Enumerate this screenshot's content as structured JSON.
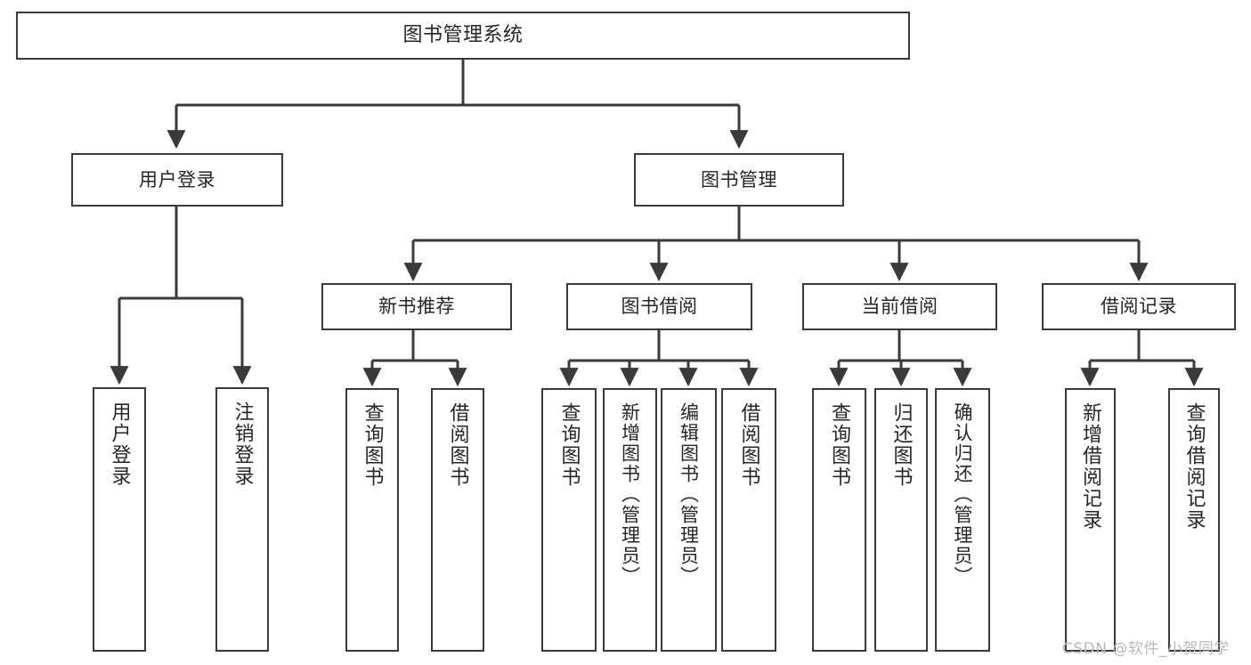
{
  "diagram": {
    "type": "tree-hierarchy",
    "title": "图书管理系统",
    "watermark": "CSDN @软件_小贺同学",
    "colors": {
      "stroke": "#3a3a3a",
      "fill": "#ffffff",
      "text": "#262626",
      "watermark": "#b9b9b9"
    },
    "levels": [
      {
        "level": 0,
        "nodes": [
          {
            "id": "root",
            "label": "图书管理系统"
          }
        ]
      },
      {
        "level": 1,
        "nodes": [
          {
            "id": "login",
            "label": "用户登录",
            "parent": "root"
          },
          {
            "id": "bookmgmt",
            "label": "图书管理",
            "parent": "root"
          }
        ]
      },
      {
        "level": 2,
        "nodes": [
          {
            "id": "newbook",
            "label": "新书推荐",
            "parent": "bookmgmt"
          },
          {
            "id": "borrow",
            "label": "图书借阅",
            "parent": "bookmgmt"
          },
          {
            "id": "current",
            "label": "当前借阅",
            "parent": "bookmgmt"
          },
          {
            "id": "records",
            "label": "借阅记录",
            "parent": "bookmgmt"
          }
        ]
      },
      {
        "level": 3,
        "nodes": [
          {
            "id": "l1",
            "label": "用户登录",
            "parent": "login"
          },
          {
            "id": "l2",
            "label": "注销登录",
            "parent": "login"
          },
          {
            "id": "l3",
            "label": "查询图书",
            "parent": "newbook"
          },
          {
            "id": "l4",
            "label": "借阅图书",
            "parent": "newbook"
          },
          {
            "id": "l5",
            "label": "查询图书",
            "parent": "borrow"
          },
          {
            "id": "l6",
            "label": "新增图书（管理员）",
            "parent": "borrow"
          },
          {
            "id": "l7",
            "label": "编辑图书（管理员）",
            "parent": "borrow"
          },
          {
            "id": "l8",
            "label": "借阅图书",
            "parent": "borrow"
          },
          {
            "id": "l9",
            "label": "查询图书",
            "parent": "current"
          },
          {
            "id": "l10",
            "label": "归还图书",
            "parent": "current"
          },
          {
            "id": "l11",
            "label": "确认归还（管理员）",
            "parent": "current"
          },
          {
            "id": "l12",
            "label": "新增借阅记录",
            "parent": "records"
          },
          {
            "id": "l13",
            "label": "查询借阅记录",
            "parent": "records"
          }
        ]
      }
    ]
  }
}
